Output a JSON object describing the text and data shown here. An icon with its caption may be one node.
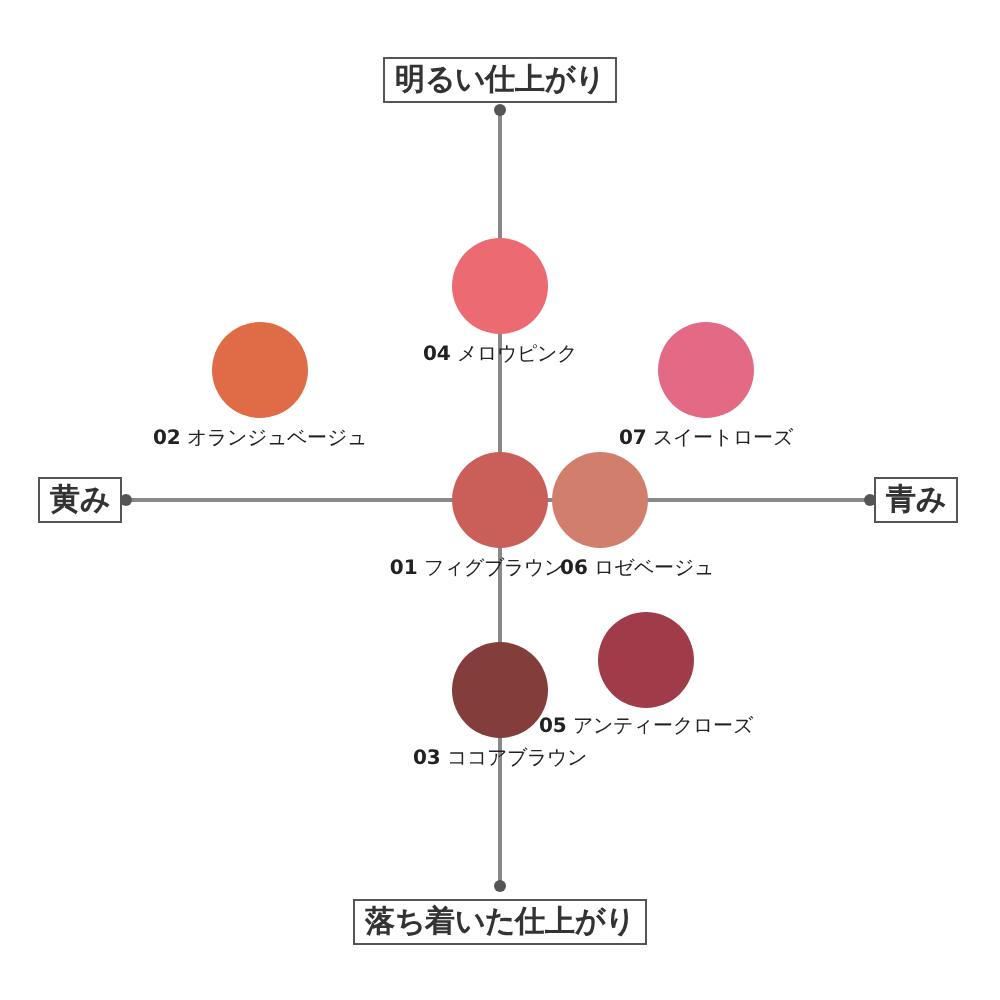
{
  "diagram": {
    "nodes": [
      {
        "text": [
          "明るい仕上がり"
        ]
      },
      {
        "text": [],
        "shape": "circle",
        "beside": [
          "**04** メロウピンク"
        ]
      },
      {
        "text": [],
        "shape": "circle",
        "beside": [
          "**02** オランジュベージュ"
        ]
      },
      {
        "text": [],
        "shape": "circle",
        "beside": [
          "**07** スイートローズ"
        ]
      },
      {
        "text": [
          "黄み"
        ]
      },
      {
        "text": [],
        "shape": "circle",
        "beside": [
          "**01** フィグブラウン"
        ]
      },
      {
        "text": [],
        "shape": "circle",
        "beside": [
          "**06** ロゼベージュ"
        ]
      },
      {
        "text": [
          "青み"
        ]
      },
      {
        "text": [],
        "shape": "circle",
        "beside": [
          "**05** アンティークローズ"
        ]
      },
      {
        "text": [],
        "shape": "circle",
        "beside": [
          "**03** ココアブラウン"
        ]
      },
      {
        "text": [
          "落ち着いた仕上がり"
        ]
      }
    ]
  }
}
